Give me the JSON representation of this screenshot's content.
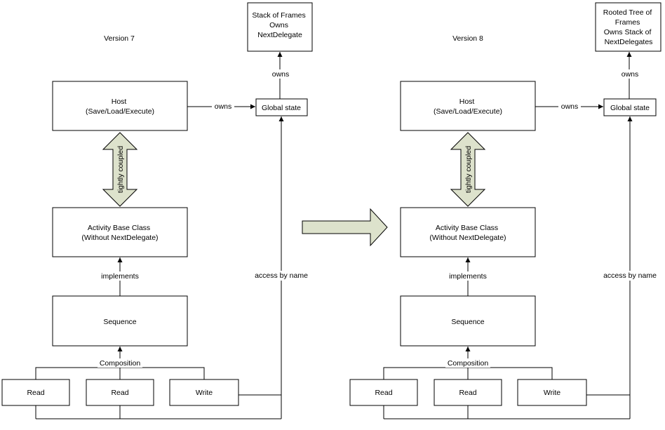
{
  "left": {
    "version": "Version 7",
    "stack": [
      "Stack of Frames",
      "Owns",
      "NextDelegate"
    ],
    "owns_vertical": "owns",
    "host": [
      "Host",
      "(Save/Load/Execute)"
    ],
    "owns_horizontal": "owns",
    "global_state": "Global state",
    "tightly_coupled": "tightly coupled",
    "activity": [
      "Activity Base Class",
      "(Without NextDelegate)"
    ],
    "implements": "implements",
    "access": "access by name",
    "sequence": "Sequence",
    "composition": "Composition",
    "read1": "Read",
    "read2": "Read",
    "write": "Write"
  },
  "right": {
    "version": "Version 8",
    "stack": [
      "Rooted Tree of",
      "Frames",
      "Owns Stack of",
      "NextDelegates"
    ],
    "owns_vertical": "owns",
    "host": [
      "Host",
      "(Save/Load/Execute)"
    ],
    "owns_horizontal": "owns",
    "global_state": "Global state",
    "tightly_coupled": "tightly coupled",
    "activity": [
      "Activity Base Class",
      "(Without NextDelegate)"
    ],
    "implements": "implements",
    "access": "access by name",
    "sequence": "Sequence",
    "composition": "Composition",
    "read1": "Read",
    "read2": "Read",
    "write": "Write"
  },
  "colors": {
    "big_arrow_fill": "#dde2cc",
    "stroke": "#000000"
  }
}
